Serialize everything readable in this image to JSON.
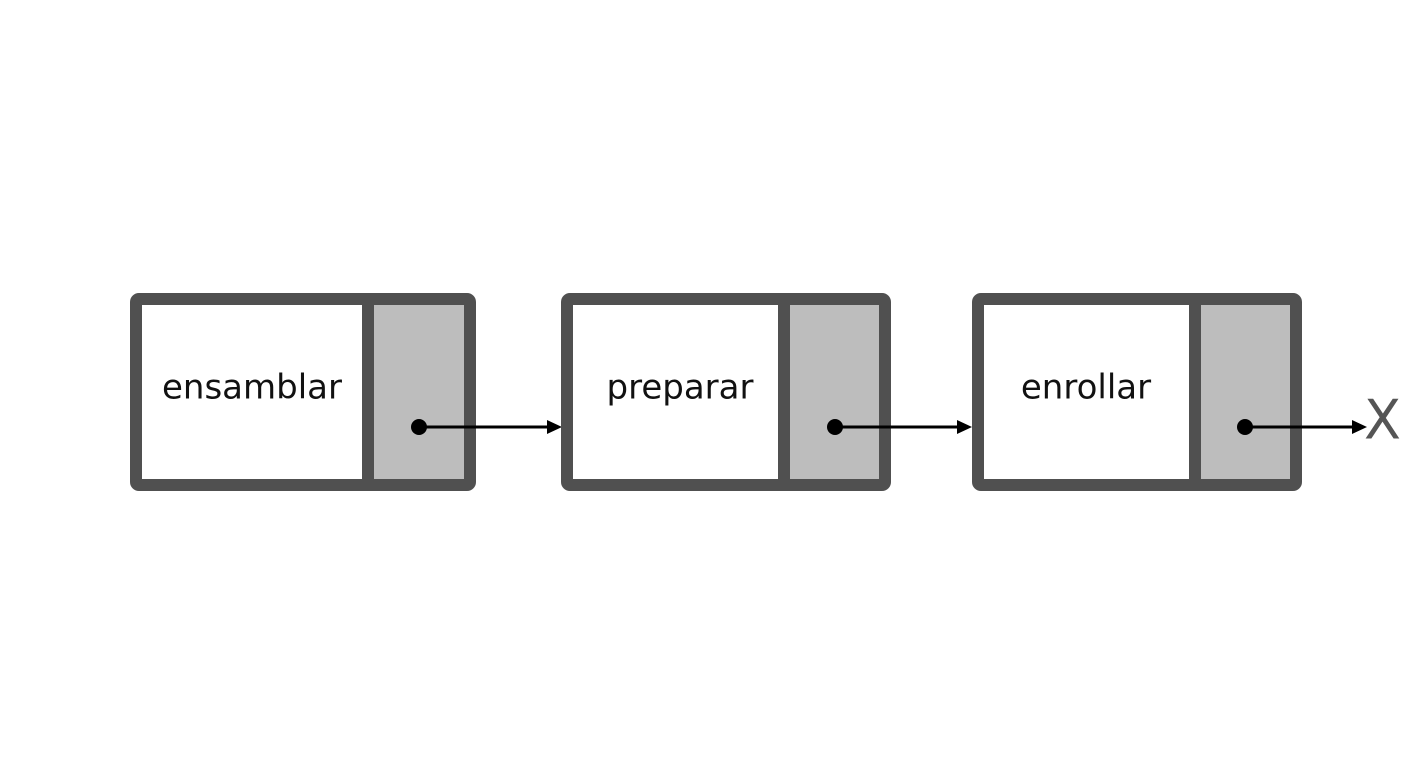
{
  "list": {
    "nodes": [
      {
        "label": "ensamblar"
      },
      {
        "label": "preparar"
      },
      {
        "label": "enrollar"
      }
    ],
    "null_terminator": "X"
  },
  "colors": {
    "border": "#505050",
    "pointer_cell": "#bdbdbd",
    "data_cell": "#ffffff",
    "arrow": "#000000",
    "null_mark": "#555555"
  }
}
